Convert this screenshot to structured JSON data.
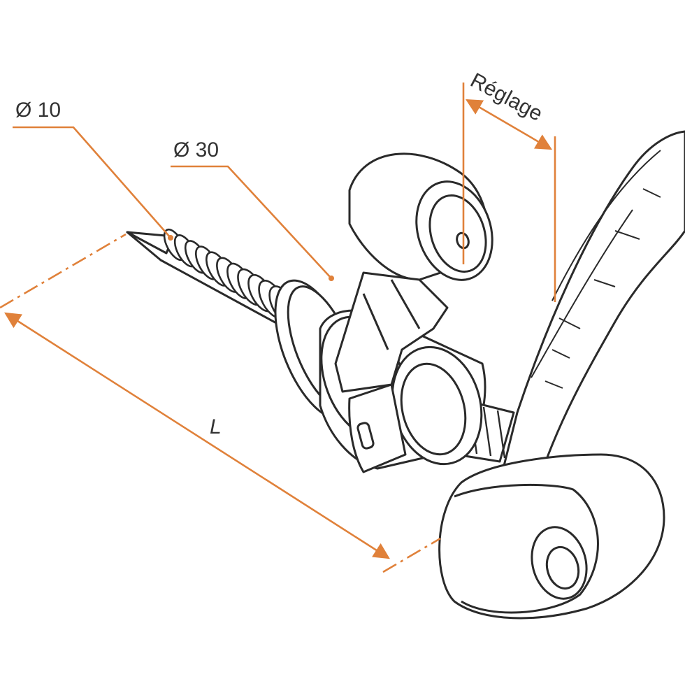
{
  "labels": {
    "diameter_small": "Ø 10",
    "diameter_large": "Ø 30",
    "adjustment": "Réglage",
    "length": "L"
  },
  "colors": {
    "dimension_line": "#e0813a",
    "outline": "#2a2a2a",
    "text": "#333333",
    "fill": "#ffffff"
  }
}
